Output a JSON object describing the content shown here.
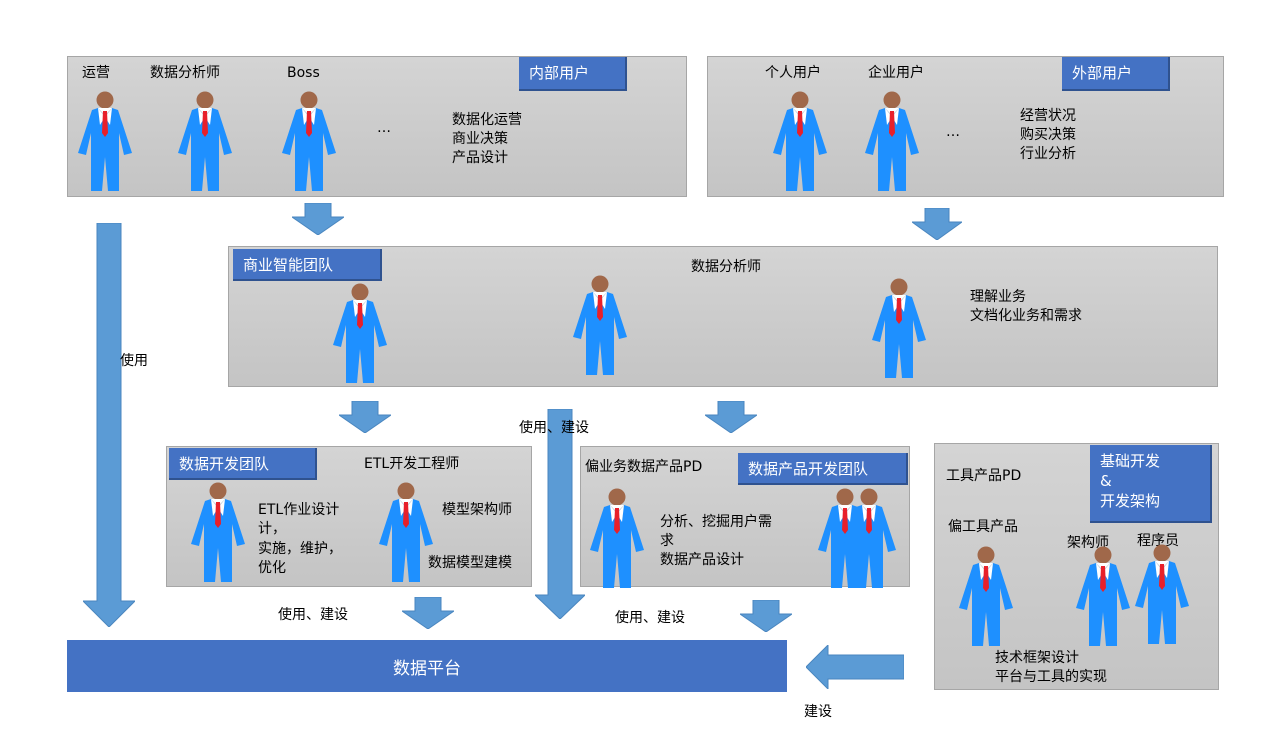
{
  "internal": {
    "tag": "内部用户",
    "roles": [
      "运营",
      "数据分析师",
      "Boss"
    ],
    "ellipsis": "…",
    "tasks": [
      "数据化运营",
      "商业决策",
      "产品设计"
    ]
  },
  "external": {
    "tag": "外部用户",
    "roles": [
      "个人用户",
      "企业用户"
    ],
    "ellipsis": "…",
    "tasks": [
      "经营状况",
      "购买决策",
      "行业分析"
    ]
  },
  "bi": {
    "tag": "商业智能团队",
    "role": "数据分析师",
    "tasks": [
      "理解业务",
      "文档化业务和需求"
    ]
  },
  "data_dev": {
    "tag": "数据开发团队",
    "role": "ETL开发工程师",
    "etl_tasks": [
      "ETL作业设计",
      "计，",
      "实施，维护，",
      "优化"
    ],
    "modeler": "模型架构师",
    "modeling": "数据模型建模"
  },
  "product_dev": {
    "tag": "数据产品开发团队",
    "role": "偏业务数据产品PD",
    "tasks": [
      "分析、挖掘用户需",
      "求",
      "数据产品设计"
    ]
  },
  "infra": {
    "tag_lines": [
      "基础开发",
      "&",
      "开发架构"
    ],
    "pd": "工具产品PD",
    "pd_sub": "偏工具产品",
    "architect": "架构师",
    "programmer": "程序员",
    "tasks": [
      "技术框架设计",
      "平台与工具的实现"
    ]
  },
  "platform": {
    "label": "数据平台"
  },
  "arrows": {
    "use": "使用",
    "use_build": "使用、建设",
    "build": "建设"
  },
  "colors": {
    "accent": "#4472c4",
    "arrow": "#5b9bd5",
    "suit": "#1e90ff",
    "tie": "#e8202a",
    "head": "#a0684a",
    "panel": "#cccccc"
  }
}
